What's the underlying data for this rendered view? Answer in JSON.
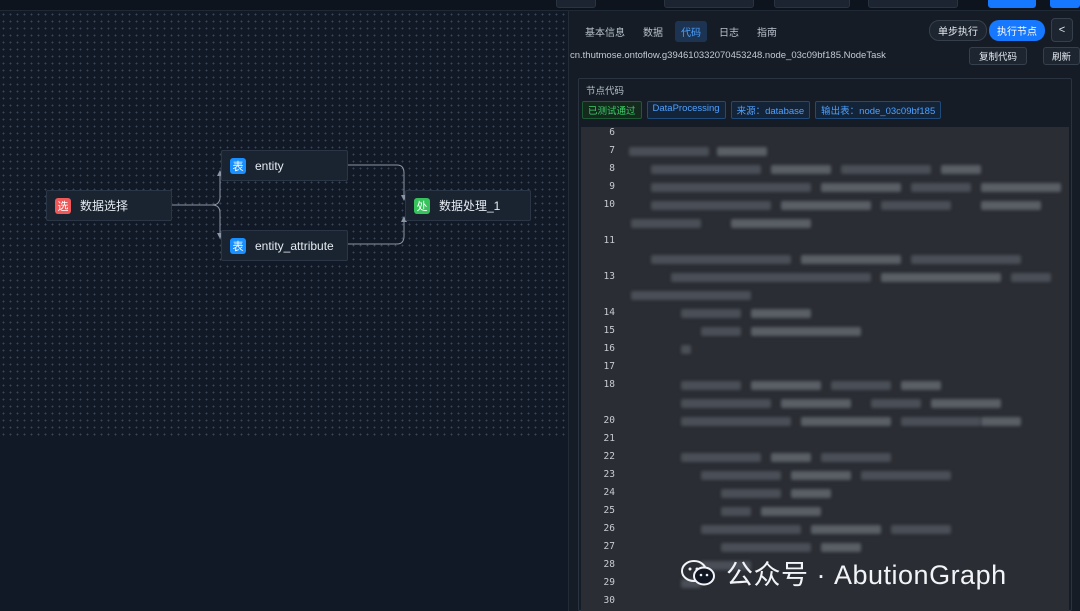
{
  "canvas": {
    "nodes": [
      {
        "id": "select",
        "badge": "选",
        "label": "数据选择",
        "color": "red"
      },
      {
        "id": "entity",
        "badge": "表",
        "label": "entity",
        "color": "blue"
      },
      {
        "id": "entity_attribute",
        "badge": "表",
        "label": "entity_attribute",
        "color": "blue"
      },
      {
        "id": "process",
        "badge": "处",
        "label": "数据处理_1",
        "color": "green"
      }
    ],
    "edges": [
      [
        "select",
        "entity"
      ],
      [
        "select",
        "entity_attribute"
      ],
      [
        "entity",
        "process"
      ],
      [
        "entity_attribute",
        "process"
      ]
    ]
  },
  "panel": {
    "tabs": [
      {
        "label": "基本信息",
        "active": false
      },
      {
        "label": "数据",
        "active": false
      },
      {
        "label": "代码",
        "active": true
      },
      {
        "label": "日志",
        "active": false
      },
      {
        "label": "指南",
        "active": false
      }
    ],
    "step_button": "单步执行",
    "run_button": "执行节点",
    "collapse_button": "<",
    "class_path": "cn.thutmose.ontoflow.g394610332070453248.node_03c09bf185.NodeTask",
    "copy_button": "复制代码",
    "refresh_button": "刷新",
    "card_title": "节点代码",
    "tags": [
      {
        "label": "已测试通过",
        "color": "green"
      },
      {
        "label": "DataProcessing",
        "color": "blue"
      },
      {
        "label": "来源：database",
        "color": "blue"
      },
      {
        "label": "输出表：node_03c09bf185",
        "color": "blue"
      }
    ],
    "line_numbers": [
      "6",
      "7",
      "8",
      "9",
      "10",
      "",
      "11",
      "",
      "13",
      "",
      "14",
      "15",
      "16",
      "17",
      "18",
      "",
      "20",
      "21",
      "22",
      "23",
      "24",
      "25",
      "26",
      "27",
      "28",
      "29",
      "30"
    ]
  },
  "watermark": {
    "text": "公众号 · AbutionGraph",
    "icon": "wechat-icon"
  },
  "colors": {
    "accent": "#1677ff",
    "canvas_bg": "#111926",
    "panel_bg": "#151c25",
    "success": "#3ecf6a"
  }
}
